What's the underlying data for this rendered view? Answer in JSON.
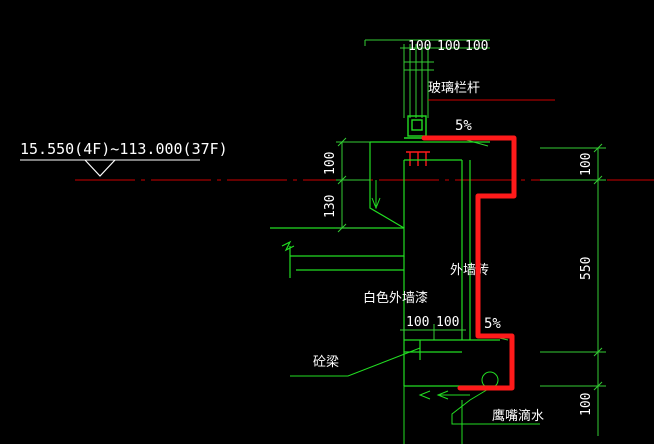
{
  "colors": {
    "background": "#000000",
    "line_green": "#22dd22",
    "axis_red": "#cc0000",
    "highlight_red": "#ff1a1a",
    "text_white": "#ffffff",
    "dimension_green": "#33cc33"
  },
  "elevation": {
    "label": "15.550(4F)~113.000(37F)"
  },
  "dimensions": {
    "top_100_a": "100",
    "top_100_b": "100",
    "top_100_c": "100",
    "left_100": "100",
    "left_130": "130",
    "right_100_top": "100",
    "right_550": "550",
    "right_100_bottom": "100",
    "bottom_100_a": "100",
    "bottom_100_b": "100"
  },
  "annotations": {
    "glass_railing": "玻璃栏杆",
    "slope_top": "5%",
    "slope_bottom": "5%",
    "exterior_wall": "外墙砖",
    "white_paint": "白色外墙漆",
    "concrete_beam": "砼梁",
    "drip_edge": "鹰嘴滴水"
  }
}
